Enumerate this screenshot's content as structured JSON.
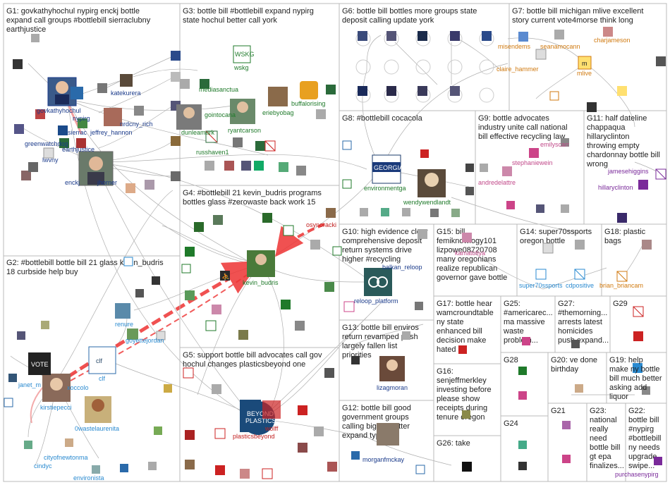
{
  "colors": {
    "box_border": "#bbbbbb",
    "edge_gray": "#9a9a9a",
    "edge_red": "#ee3333",
    "label_dark": "#222222",
    "handle_darkblue": "#1a3a8a",
    "handle_green": "#1f7a2a",
    "handle_purple": "#7a2a9a",
    "handle_orange": "#d07a10",
    "handle_lightblue": "#2a8ad0",
    "handle_red": "#c22020",
    "handle_pink": "#c24a8a"
  },
  "groups": [
    {
      "id": "G1",
      "lines": [
        "G1: govkathyhochul nypirg enckj bottle",
        "expand call groups #bottlebill sierraclubny",
        "earthjustice"
      ]
    },
    {
      "id": "G2",
      "lines": [
        "G2: #bottlebill bottle bill 21 glass kevin_budris",
        "18 curbside help buy"
      ]
    },
    {
      "id": "G3",
      "lines": [
        "G3: bottle bill #bottlebill expand nypirg",
        "state hochul better call york"
      ]
    },
    {
      "id": "G4",
      "lines": [
        "G4: #bottlebill 21 kevin_budris programs",
        "bottles glass #zerowaste back work 15"
      ]
    },
    {
      "id": "G5",
      "lines": [
        "G5: support bottle bill advocates call gov",
        "hochul changes plasticsbeyond one"
      ]
    },
    {
      "id": "G6",
      "lines": [
        "G6: bottle bill bottles more groups state",
        "deposit calling update york"
      ]
    },
    {
      "id": "G7",
      "lines": [
        "G7: bottle bill michigan mlive excellent",
        "story current vote4morse think long"
      ]
    },
    {
      "id": "G8",
      "lines": [
        "G8: #bottlebill cocacola"
      ]
    },
    {
      "id": "G9",
      "lines": [
        "G9: bottle advocates",
        "industry unite call national",
        "bill effective recycling law"
      ]
    },
    {
      "id": "G10",
      "lines": [
        "G10: high evidence clear",
        "comprehensive deposit",
        "return systems drive",
        "higher #recycling"
      ]
    },
    {
      "id": "G11",
      "lines": [
        "G11: half dateline",
        "chappaqua",
        "hillaryclinton",
        "throwing empty",
        "chardonnay bottle bill",
        "wrong"
      ]
    },
    {
      "id": "G12",
      "lines": [
        "G12: bottle bill good",
        "government groups",
        "calling bigger better",
        "expand types"
      ]
    },
    {
      "id": "G13",
      "lines": [
        "G13: bottle bill enviros",
        "return revamped push",
        "largely fallen list",
        "priorities"
      ]
    },
    {
      "id": "G14",
      "lines": [
        "G14: super70ssports",
        "oregon bottle"
      ]
    },
    {
      "id": "G15",
      "lines": [
        "G15: bill",
        "femiknowlogy101",
        "lizpowe08720708",
        "many oregonians",
        "realize republican",
        "governor gave bottle"
      ]
    },
    {
      "id": "G16",
      "lines": [
        "G16:",
        "senjeffmerkley",
        "investing before",
        "please show",
        "receipts during",
        "tenure oregon"
      ]
    },
    {
      "id": "G17",
      "lines": [
        "G17: bottle hear",
        "wamcroundtable",
        "ny state",
        "enhanced bill",
        "decision make",
        "hated"
      ]
    },
    {
      "id": "G18",
      "lines": [
        "G18: plastic",
        "bags"
      ]
    },
    {
      "id": "G19",
      "lines": [
        "G19: help",
        "make ny bottle",
        "bill much better",
        "asking add",
        "liquor"
      ]
    },
    {
      "id": "G20",
      "lines": [
        "G20: ve done",
        "birthday"
      ]
    },
    {
      "id": "G21",
      "lines": [
        "G21"
      ]
    },
    {
      "id": "G22",
      "lines": [
        "G22:",
        "bottle bill",
        "#nypirg",
        "#bottlebill",
        "ny needs",
        "upgrade",
        "swipe..."
      ]
    },
    {
      "id": "G23",
      "lines": [
        "G23:",
        "national",
        "really",
        "need",
        "bottle bill",
        "gt epa",
        "finalizes..."
      ]
    },
    {
      "id": "G24",
      "lines": [
        "G24"
      ]
    },
    {
      "id": "G25",
      "lines": [
        "G25:",
        "#americarec...",
        "ma massive",
        "waste",
        "problem..."
      ]
    },
    {
      "id": "G26",
      "lines": [
        "G26: take"
      ]
    },
    {
      "id": "G27",
      "lines": [
        "G27:",
        "#themorning...",
        "arrests latest",
        "homicides",
        "push expand..."
      ]
    },
    {
      "id": "G28",
      "lines": [
        "G28"
      ]
    },
    {
      "id": "G29",
      "lines": [
        "G29"
      ]
    }
  ],
  "handles": [
    "govkathyhochul",
    "nypirg",
    "sierrac",
    "jeffrey_hannon",
    "greenwatchdog",
    "earthjustice",
    "lwvny",
    "enckj",
    "jhorner",
    "katekurera",
    "nrdcny_rich",
    "mediasanctua",
    "gointocana",
    "wskg",
    "dunleamark",
    "ryantcarson",
    "eriebyobag",
    "buffalorising",
    "russhaven1",
    "kevin_budris",
    "osynoracki",
    "renure",
    "goyettejordan",
    "janet_m",
    "xoccolo",
    "kirstiepecci",
    "0wastelaurenita",
    "cityofnewtonma",
    "cindyc",
    "environista",
    "clf",
    "plasticsbeyond",
    "wolff",
    "misendems",
    "seanamocann",
    "charjameson",
    "claire_hammer",
    "mlive",
    "environmentga",
    "wendywendlandt",
    "emilyscarr",
    "stephaniewein",
    "andredelattre",
    "jamesehiggins",
    "hillaryclinton",
    "reloop_platform",
    "balkan_reloop",
    "lizagmoran",
    "morganfmckay",
    "super70ssports",
    "cdpositive",
    "brian_briancam",
    "kamatoliya",
    "purchasenypirg"
  ],
  "avatar_texts": {
    "georgia": "GEORGIA",
    "beyond": "BEYOND",
    "plastics": "PLASTICS",
    "clf": "clf",
    "wskg": "WSKG",
    "mlive": "m",
    "vote": "VOTE"
  }
}
